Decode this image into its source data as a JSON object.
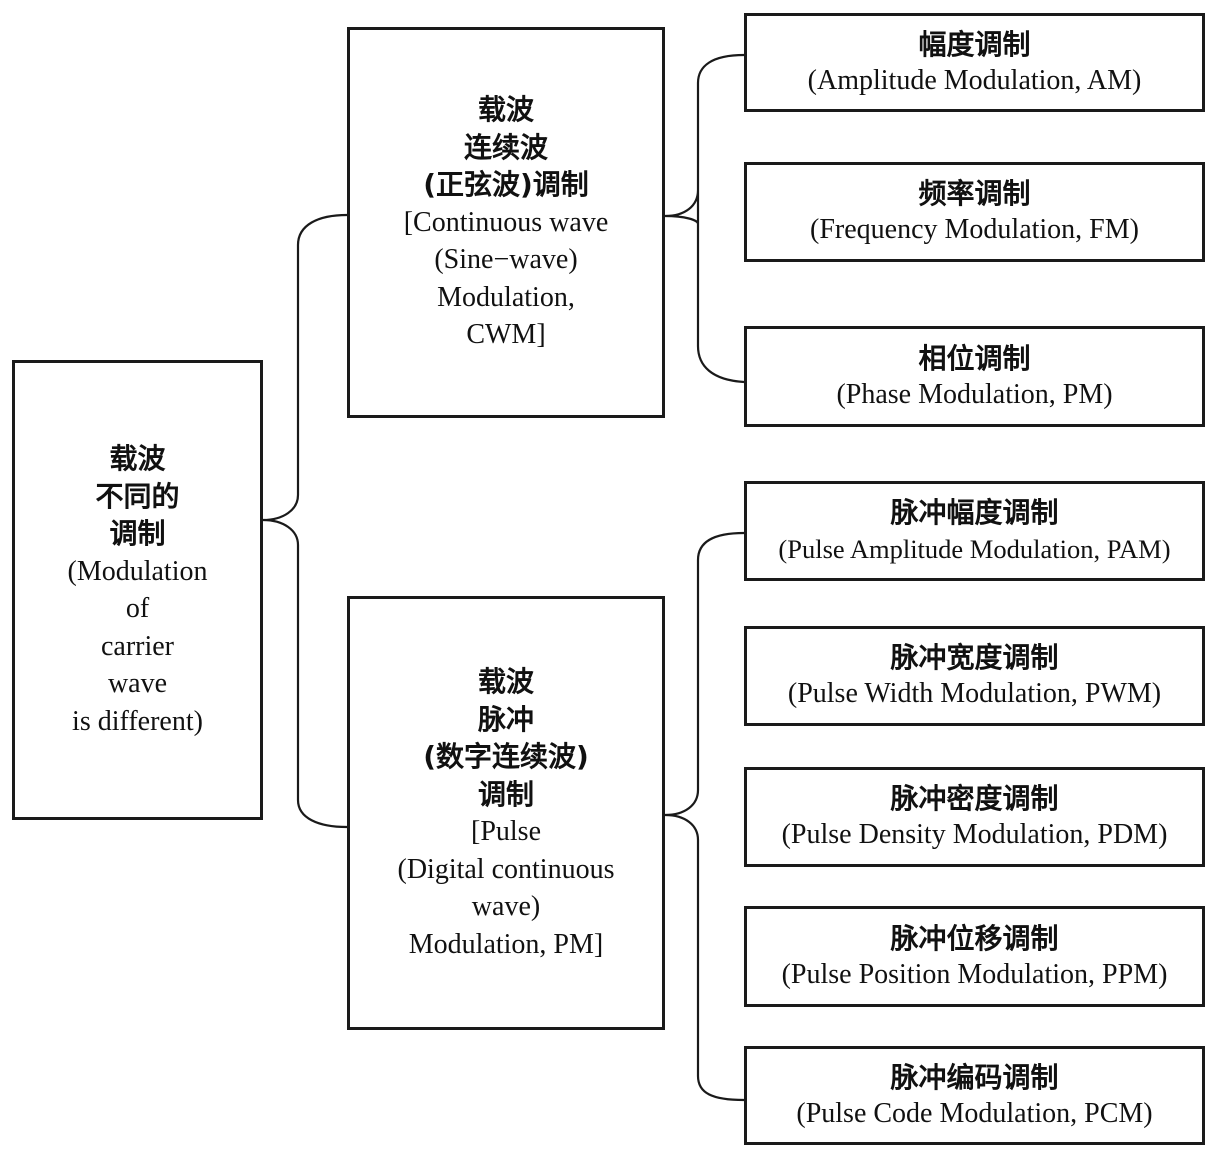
{
  "diagram": {
    "root": {
      "lines": [
        "载波",
        "不同的",
        "调制",
        "(Modulation",
        "of",
        "carrier",
        "wave",
        "is different)"
      ]
    },
    "continuous_wave": {
      "lines": [
        "载波",
        "连续波",
        "(正弦波)调制",
        "[Continuous wave",
        "(Sine−wave)",
        "Modulation,",
        "CWM]"
      ],
      "children": [
        {
          "zh": "幅度调制",
          "en": "(Amplitude Modulation, AM)"
        },
        {
          "zh": "频率调制",
          "en": "(Frequency Modulation, FM)"
        },
        {
          "zh": "相位调制",
          "en": "(Phase Modulation, PM)"
        }
      ]
    },
    "pulse": {
      "lines": [
        "载波",
        "脉冲",
        "(数字连续波)",
        "调制",
        "[Pulse",
        "(Digital continuous",
        "wave)",
        "Modulation, PM]"
      ],
      "children": [
        {
          "zh": "脉冲幅度调制",
          "en": "(Pulse Amplitude Modulation, PAM)"
        },
        {
          "zh": "脉冲宽度调制",
          "en": "(Pulse Width Modulation, PWM)"
        },
        {
          "zh": "脉冲密度调制",
          "en": "(Pulse Density Modulation, PDM)"
        },
        {
          "zh": "脉冲位移调制",
          "en": "(Pulse Position Modulation, PPM)"
        },
        {
          "zh": "脉冲编码调制",
          "en": "(Pulse Code Modulation, PCM)"
        }
      ]
    }
  }
}
